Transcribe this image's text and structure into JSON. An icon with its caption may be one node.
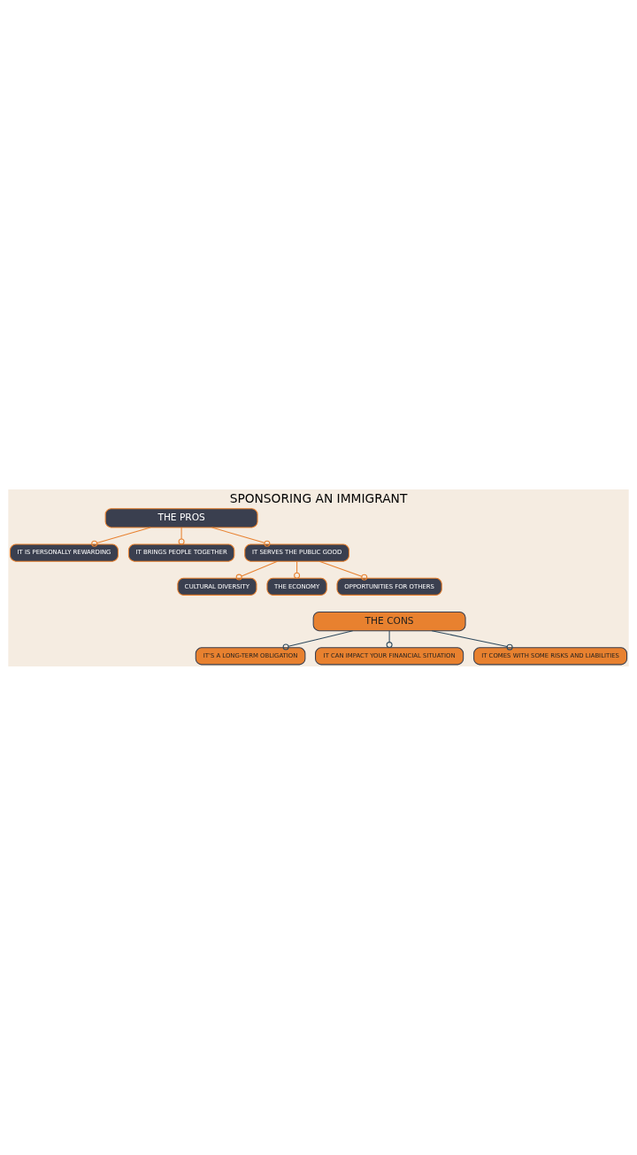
{
  "diagram": {
    "title": "SPONSORING AN IMMIGRANT",
    "nodes": [
      {
        "text": [
          "THE PROS"
        ]
      },
      {
        "text": [
          "IT IS PERSONALLY REWARDING"
        ]
      },
      {
        "text": [
          "IT BRINGS PEOPLE TOGETHER"
        ]
      },
      {
        "text": [
          "IT SERVES THE PUBLIC GOOD"
        ]
      },
      {
        "text": [
          "CULTURAL DIVERSITY"
        ]
      },
      {
        "text": [
          "THE ECONOMY"
        ]
      },
      {
        "text": [
          "OPPORTUNITIES FOR OTHERS"
        ]
      },
      {
        "text": [
          "THE CONS"
        ]
      },
      {
        "text": [
          "IT'S A LONG-TERM OBLIGATION"
        ]
      },
      {
        "text": [
          "IT CAN IMPACT YOUR FINANCIAL SITUATION"
        ]
      },
      {
        "text": [
          "IT COMES WITH SOME RISKS AND LIABILITIES"
        ]
      }
    ],
    "edges": [
      {
        "from": 0,
        "to": 1,
        "arrow": "other"
      },
      {
        "from": 0,
        "to": 2,
        "arrow": "other"
      },
      {
        "from": 0,
        "to": 3,
        "arrow": "other"
      },
      {
        "from": 3,
        "to": 4,
        "arrow": "other"
      },
      {
        "from": 3,
        "to": 5,
        "arrow": "other"
      },
      {
        "from": 3,
        "to": 6,
        "arrow": "other"
      },
      {
        "from": 7,
        "to": 8,
        "arrow": "other",
        "color": "#2f4a5e"
      },
      {
        "from": 7,
        "to": 9,
        "arrow": "other",
        "color": "#2f4a5e"
      },
      {
        "from": 7,
        "to": 10,
        "arrow": "other",
        "color": "#2f4a5e"
      }
    ]
  }
}
